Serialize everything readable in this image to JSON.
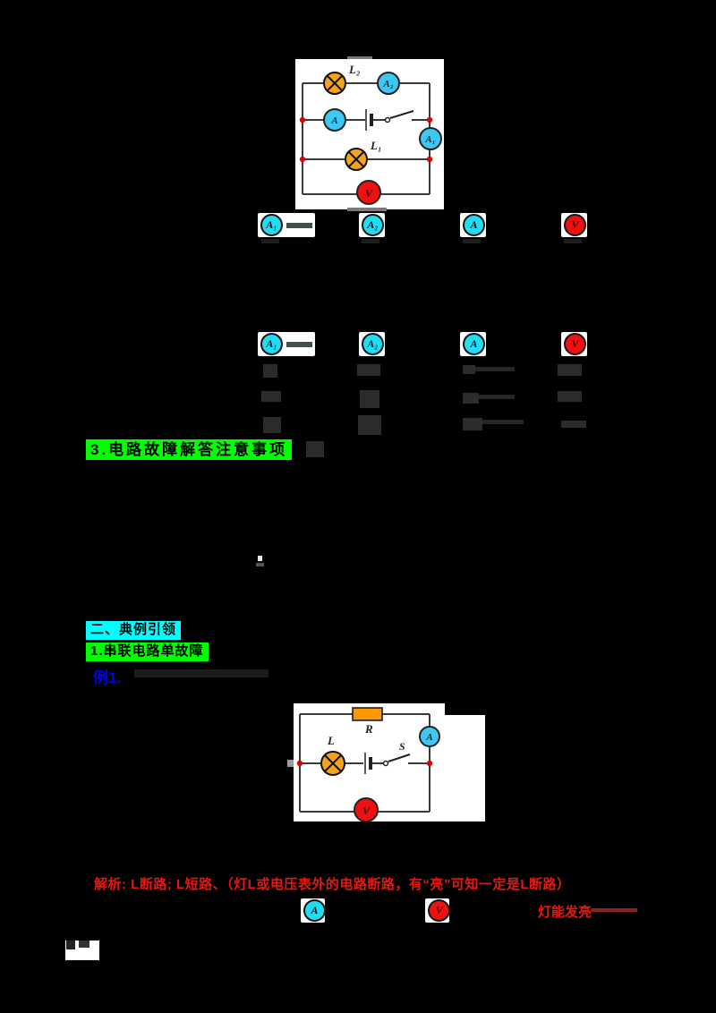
{
  "page_background": "#000000",
  "colors": {
    "highlight_green": "#00ff00",
    "highlight_cyan": "#00ffff",
    "example_blue": "#0000ee",
    "analysis_red": "#e8170c",
    "dark_red_line": "#8c2121",
    "meter_cyan": "#3cc8f0",
    "icon_cyan": "#1fdef2",
    "meter_red": "#ee1111",
    "lamp_orange": "#f7a21c",
    "resistor_orange": "#ff9800"
  },
  "circuit1": {
    "description": "parallel circuit with two lamps, three ammeters, voltmeter, battery and switch",
    "labels": {
      "lamp2": "L₂",
      "ammeter2": "A₂",
      "ammeter": "A",
      "ammeter1": "A₁",
      "lamp1": "L₁",
      "voltmeter": "V"
    }
  },
  "meter_row_top": {
    "items": [
      {
        "label": "A₁",
        "type": "ammeter"
      },
      {
        "label": "A₂",
        "type": "ammeter"
      },
      {
        "label": "A",
        "type": "ammeter"
      },
      {
        "label": "V",
        "type": "voltmeter"
      }
    ]
  },
  "meter_row_mid": {
    "items": [
      {
        "label": "A₁",
        "type": "ammeter"
      },
      {
        "label": "A₂",
        "type": "ammeter"
      },
      {
        "label": "A",
        "type": "ammeter"
      },
      {
        "label": "V",
        "type": "voltmeter"
      }
    ]
  },
  "headings": {
    "notes_heading": "3.电路故障解答注意事项",
    "section_heading": "二、典例引领",
    "sub_heading": "1.串联电路单故障",
    "example_label": "例1."
  },
  "circuit2": {
    "description": "series circuit with resistor R, lamp L, switch S, ammeter A and voltmeter V",
    "labels": {
      "resistor": "R",
      "ammeter": "A",
      "lamp": "L",
      "switch": "S",
      "voltmeter": "V"
    }
  },
  "analysis": {
    "text": "解析: L断路; L短路、（灯L或电压表外的电路断路，有“亮”可知一定是L断路）"
  },
  "bottom_row": {
    "ammeter_label": "A",
    "voltmeter_label": "V",
    "red_note": "灯能发亮"
  }
}
